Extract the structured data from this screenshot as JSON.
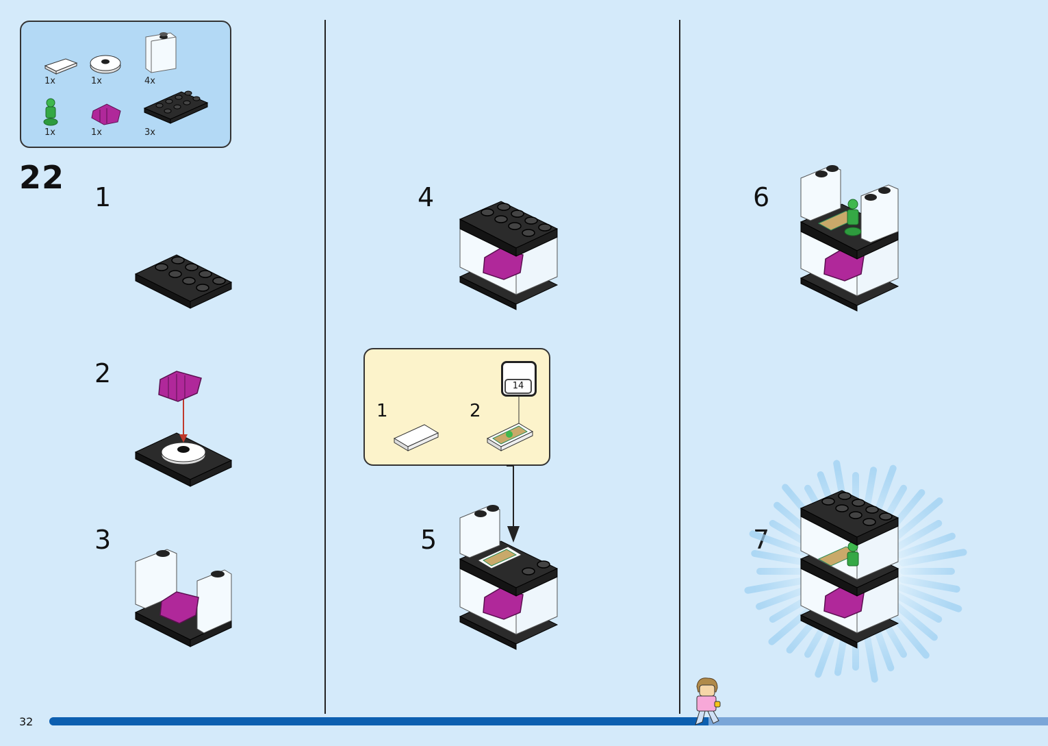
{
  "page": {
    "number": "32",
    "step": "22"
  },
  "parts": [
    {
      "name": "white-tile-1x2",
      "qty": "1x"
    },
    {
      "name": "white-round-plate",
      "qty": "1x"
    },
    {
      "name": "transparent-panel",
      "qty": "4x"
    },
    {
      "name": "green-statuette",
      "qty": "1x"
    },
    {
      "name": "magenta-hand",
      "qty": "1x"
    },
    {
      "name": "black-plate-2x4",
      "qty": "3x"
    }
  ],
  "steps": [
    "1",
    "2",
    "3",
    "4",
    "5",
    "6",
    "7"
  ],
  "callout": {
    "sub_steps": [
      "1",
      "2"
    ],
    "sticker_number": "14"
  },
  "progress": {
    "fraction": 0.66
  },
  "colors": {
    "background": "#d4eafa",
    "callout": "#fcf3cb",
    "progress": "#0c5fb0",
    "arrow": "#c0392b"
  }
}
